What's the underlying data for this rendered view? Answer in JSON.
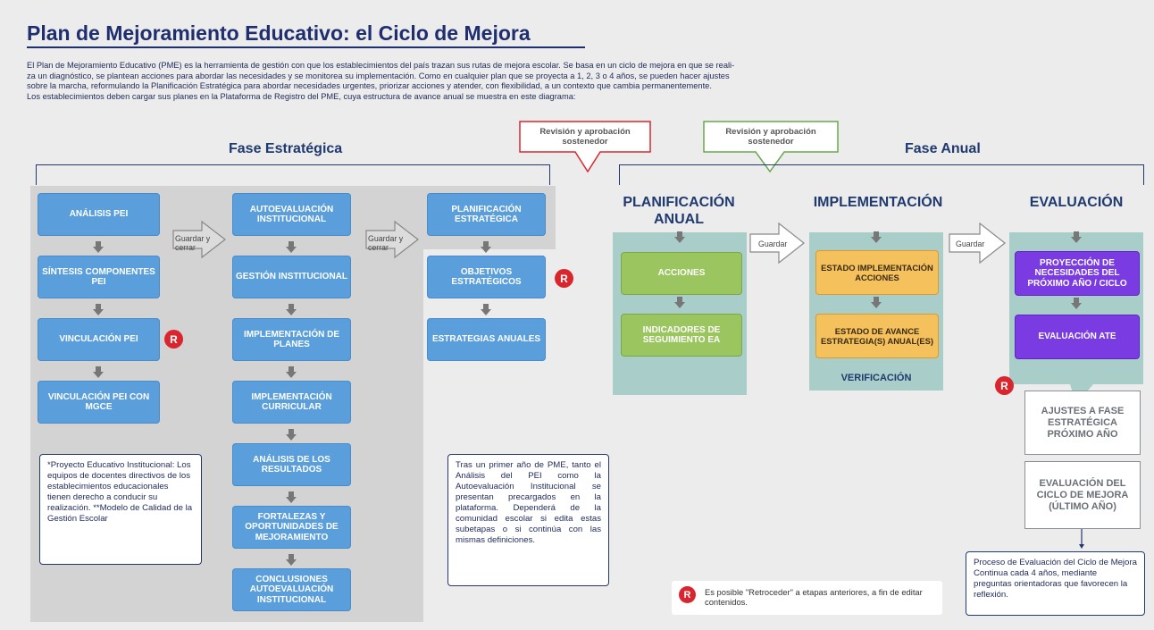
{
  "title": "Plan de Mejoramiento Educativo: el Ciclo de Mejora",
  "intro": [
    "El Plan de Mejoramiento Educativo (PME) es la herramienta de gestión con que los establecimientos del país trazan sus rutas de mejora escolar. Se basa en un ciclo de mejora en que se reali-",
    "za un diagnóstico, se plantean acciones para abordar las necesidades y se monitorea su implementación. Como en cualquier plan que se proyecta a 1, 2, 3 o 4 años, se pueden hacer ajustes",
    "sobre la marcha, reformulando la Planificación Estratégica para abordar necesidades urgentes, priorizar acciones y atender, con flexibilidad, a un contexto que cambia permanentemente.",
    "Los establecimientos deben cargar sus planes en la Plataforma de Registro del PME, cuya estructura de avance anual se muestra en este diagrama:"
  ],
  "fase_estrategica": {
    "title": "Fase Estratégica",
    "col1": [
      "ANÁLISIS PEI",
      "SÍNTESIS COMPONENTES PEI",
      "VINCULACIÓN PEI",
      "VINCULACIÓN PEI CON MGCE"
    ],
    "col2": [
      "AUTOEVALUACIÓN INSTITUCIONAL",
      "GESTIÓN INSTITUCIONAL",
      "IMPLEMENTACIÓN DE PLANES",
      "IMPLEMENTACIÓN CURRICULAR",
      "ANÁLISIS DE LOS RESULTADOS",
      "FORTALEZAS Y OPORTUNIDADES DE MEJORAMIENTO",
      "CONCLUSIONES AUTOEVALUACIÓN INSTITUCIONAL"
    ],
    "col3": [
      "PLANIFICACIÓN ESTRATÉGICA",
      "OBJETIVOS ESTRATÉGICOS",
      "ESTRATEGIAS ANUALES"
    ],
    "guardar_cerrar": "Guardar y cerrar",
    "note_left": "*Proyecto Educativo Institucional: Los equipos de docentes directivos de los establecimientos educacionales tienen derecho a conducir su realización. **Modelo de Calidad de la Gestión Escolar",
    "note_right": "Tras un primer año de PME, tanto el Análisis del PEI como la Autoevaluación Institucional se presentan precargados en la plataforma. Dependerá de la comunidad escolar si edita estas subetapas o si continúa con las mismas definiciones."
  },
  "revision_label": "Revisión y aprobación sostenedor",
  "fase_anual": {
    "title": "Fase Anual",
    "planificacion": {
      "title": "PLANIFICACIÓN ANUAL",
      "items": [
        "ACCIONES",
        "INDICADORES DE SEGUIMIENTO EA"
      ]
    },
    "implementacion": {
      "title": "IMPLEMENTACIÓN",
      "items": [
        "ESTADO IMPLEMENTACIÓN ACCIONES",
        "ESTADO DE AVANCE ESTRATEGIA(S) ANUAL(ES)"
      ],
      "footer": "VERIFICACIÓN"
    },
    "evaluacion": {
      "title": "EVALUACIÓN",
      "items": [
        "PROYECCIÓN DE NECESIDADES DEL PRÓXIMO AÑO / CICLO",
        "EVALUACIÓN ATE"
      ]
    },
    "guardar": "Guardar",
    "ajustes": "AJUSTES A FASE ESTRATÉGICA PRÓXIMO AÑO",
    "evaluacion_ciclo": "EVALUACIÓN DEL CICLO DE MEJORA (ÚLTIMO AÑO)",
    "note": "Proceso de Evaluación del Ciclo de Mejora Continua cada 4 años, mediante preguntas orientadoras que favorecen la reflexión."
  },
  "legend": {
    "badge": "R",
    "text": "Es posible \"Retroceder\" a etapas anteriores, a fin de editar contenidos."
  },
  "colors": {
    "blue_box": "#5a9fdc",
    "green_box": "#9bc55e",
    "orange_box": "#f5c15c",
    "purple_box": "#7a3be3",
    "red_badge": "#d9262e",
    "navy": "#1e2e6e"
  }
}
